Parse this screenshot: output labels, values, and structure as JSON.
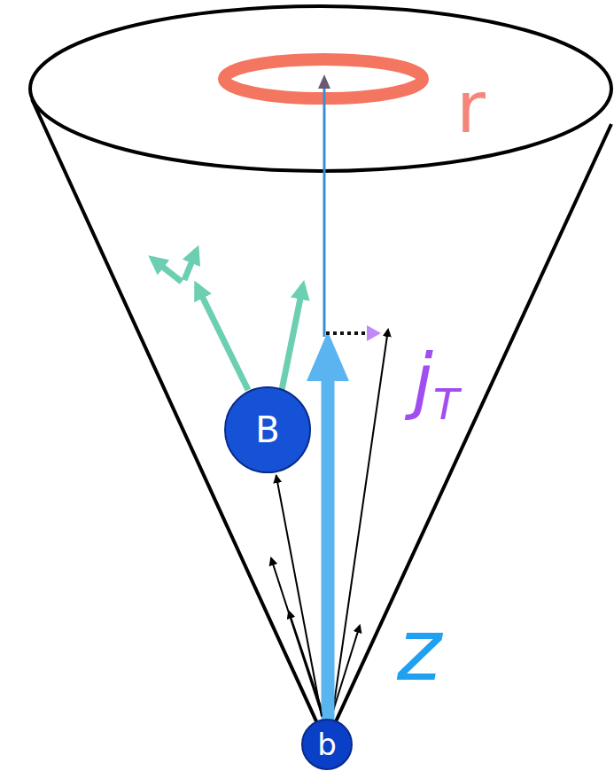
{
  "diagram": {
    "nodes": [
      {
        "text": [
          "B"
        ]
      },
      {
        "text": [
          "b"
        ]
      }
    ],
    "edges": [
      {
        "from": 1,
        "to": 0,
        "arrow": "to"
      }
    ],
    "labels": [
      "r",
      "jT",
      "z"
    ]
  }
}
